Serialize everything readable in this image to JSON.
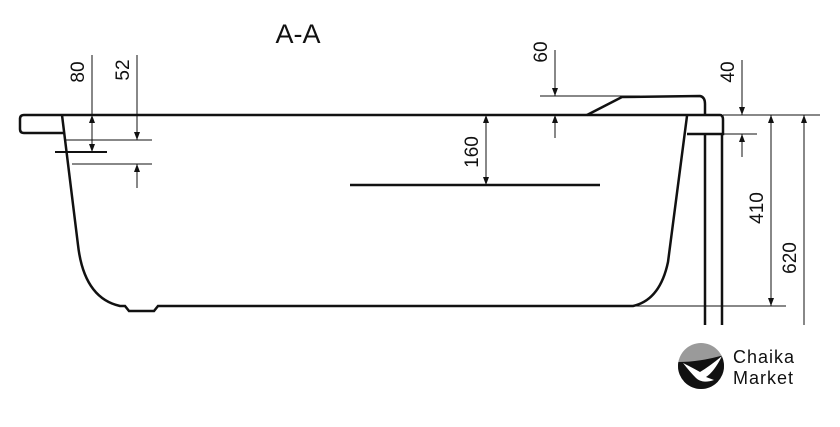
{
  "title": "A-A",
  "dimensions": {
    "d80": "80",
    "d52": "52",
    "d160": "160",
    "d60": "60",
    "d40": "40",
    "d410": "410",
    "d620": "620"
  },
  "logo": {
    "line1": "Chaika",
    "line2": "Market"
  },
  "colors": {
    "line": "#111111",
    "logo_gray": "#9a9a9a"
  }
}
